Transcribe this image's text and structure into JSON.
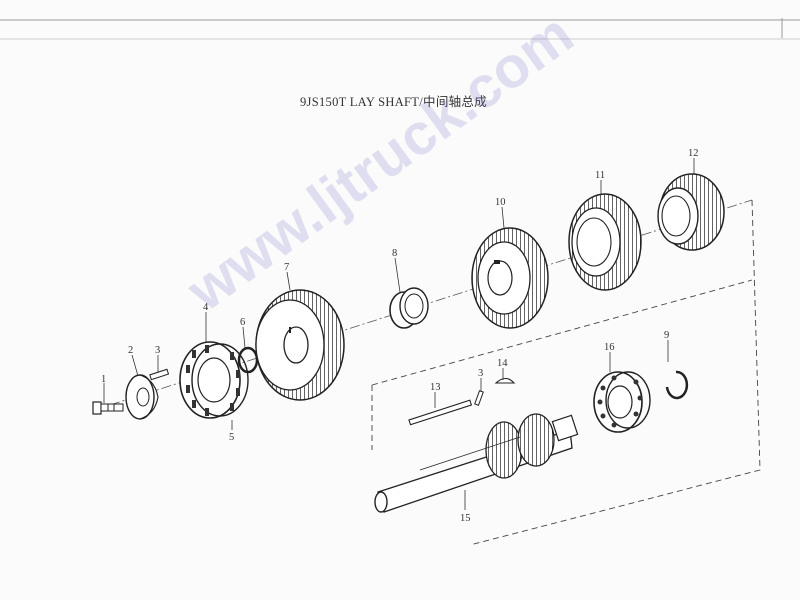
{
  "title": "9JS150T LAY SHAFT/中间轴总成",
  "watermark": "www.ljtruck.com",
  "callouts": {
    "c1": "1",
    "c2": "2",
    "c3a": "3",
    "c4": "4",
    "c5": "5",
    "c6": "6",
    "c7": "7",
    "c8": "8",
    "c9": "9",
    "c10": "10",
    "c11": "11",
    "c12": "12",
    "c13": "13",
    "c3b": "3",
    "c14": "14",
    "c15": "15",
    "c16": "16"
  }
}
